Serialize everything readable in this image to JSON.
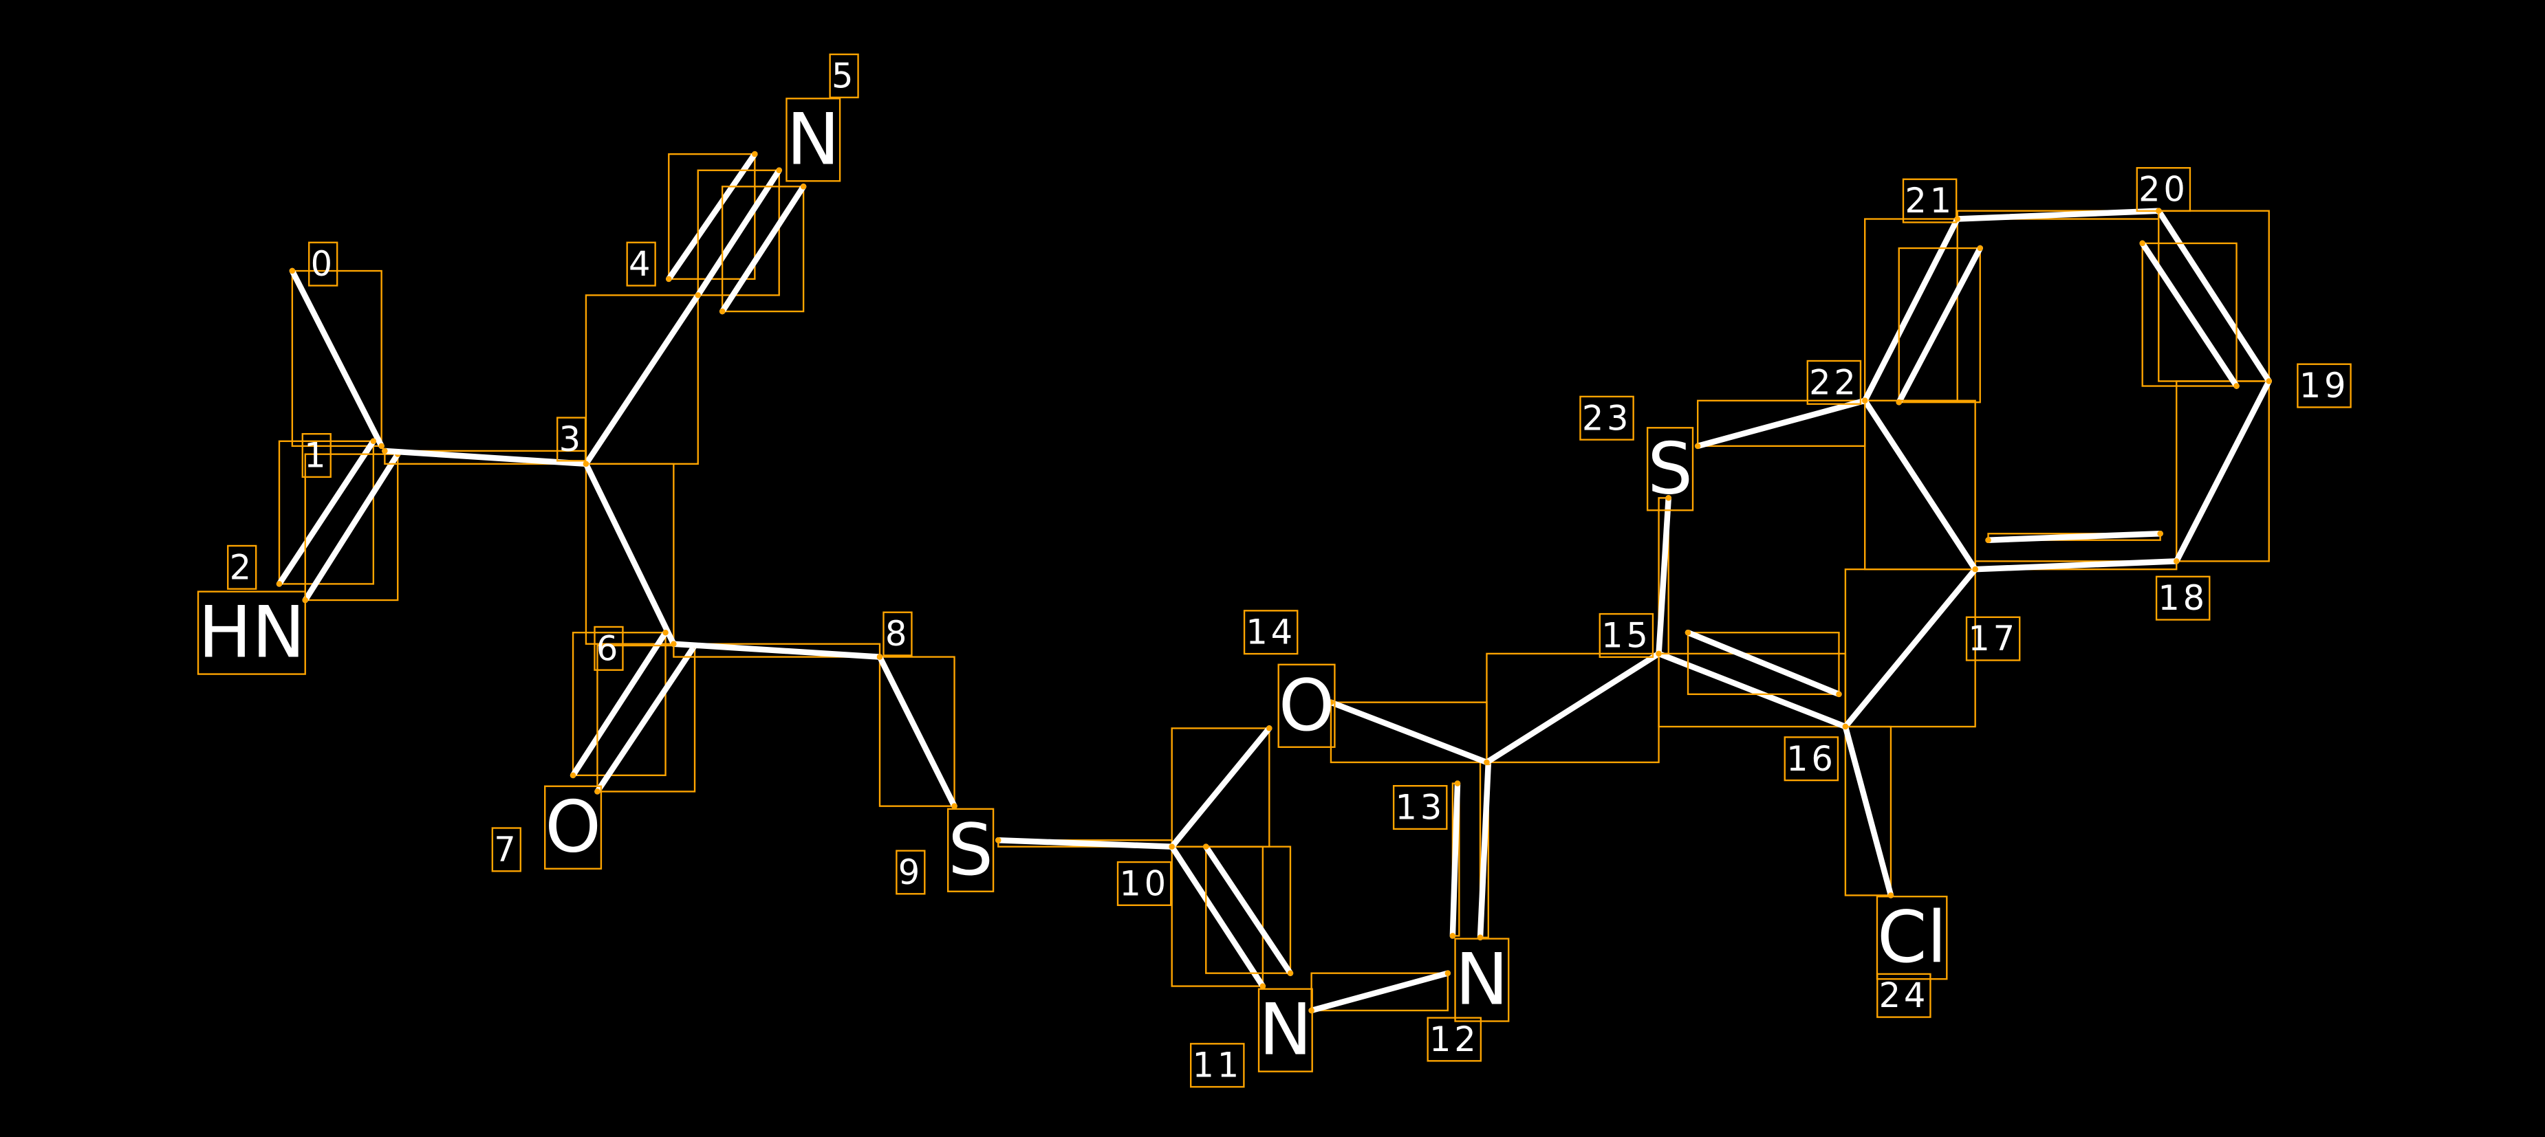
{
  "diagram": {
    "type": "molecule-annotation",
    "colors": {
      "background": "#000000",
      "bond": "#FFFFFF",
      "box": "#FFA500"
    },
    "atoms": [
      {
        "index": "0",
        "symbol": ""
      },
      {
        "index": "1",
        "symbol": ""
      },
      {
        "index": "2",
        "symbol": "HN"
      },
      {
        "index": "3",
        "symbol": ""
      },
      {
        "index": "4",
        "symbol": ""
      },
      {
        "index": "5",
        "symbol": "N"
      },
      {
        "index": "6",
        "symbol": ""
      },
      {
        "index": "7",
        "symbol": "O"
      },
      {
        "index": "8",
        "symbol": ""
      },
      {
        "index": "9",
        "symbol": "S"
      },
      {
        "index": "10",
        "symbol": ""
      },
      {
        "index": "11",
        "symbol": "N"
      },
      {
        "index": "12",
        "symbol": "N"
      },
      {
        "index": "13",
        "symbol": ""
      },
      {
        "index": "14",
        "symbol": "O"
      },
      {
        "index": "15",
        "symbol": ""
      },
      {
        "index": "16",
        "symbol": ""
      },
      {
        "index": "17",
        "symbol": ""
      },
      {
        "index": "18",
        "symbol": ""
      },
      {
        "index": "19",
        "symbol": ""
      },
      {
        "index": "20",
        "symbol": ""
      },
      {
        "index": "21",
        "symbol": ""
      },
      {
        "index": "22",
        "symbol": ""
      },
      {
        "index": "23",
        "symbol": "S"
      },
      {
        "index": "24",
        "symbol": "Cl"
      }
    ],
    "bonds": [
      {
        "a": 0,
        "b": 1,
        "order": 1
      },
      {
        "a": 1,
        "b": 2,
        "order": 2
      },
      {
        "a": 1,
        "b": 3,
        "order": 1
      },
      {
        "a": 3,
        "b": 4,
        "order": 1
      },
      {
        "a": 4,
        "b": 5,
        "order": 3
      },
      {
        "a": 3,
        "b": 6,
        "order": 1
      },
      {
        "a": 6,
        "b": 7,
        "order": 2
      },
      {
        "a": 6,
        "b": 8,
        "order": 1
      },
      {
        "a": 8,
        "b": 9,
        "order": 1
      },
      {
        "a": 9,
        "b": 10,
        "order": 1
      },
      {
        "a": 10,
        "b": 11,
        "order": 2
      },
      {
        "a": 11,
        "b": 12,
        "order": 1
      },
      {
        "a": 12,
        "b": 13,
        "order": 2
      },
      {
        "a": 13,
        "b": 14,
        "order": 1
      },
      {
        "a": 14,
        "b": 10,
        "order": 1
      },
      {
        "a": 13,
        "b": 15,
        "order": 1
      },
      {
        "a": 15,
        "b": 16,
        "order": 2
      },
      {
        "a": 16,
        "b": 17,
        "order": 1
      },
      {
        "a": 17,
        "b": 18,
        "order": 2
      },
      {
        "a": 18,
        "b": 19,
        "order": 1
      },
      {
        "a": 19,
        "b": 20,
        "order": 2
      },
      {
        "a": 20,
        "b": 21,
        "order": 1
      },
      {
        "a": 21,
        "b": 22,
        "order": 2
      },
      {
        "a": 22,
        "b": 17,
        "order": 1
      },
      {
        "a": 22,
        "b": 23,
        "order": 1
      },
      {
        "a": 23,
        "b": 15,
        "order": 1
      },
      {
        "a": 16,
        "b": 24,
        "order": 1
      }
    ]
  }
}
